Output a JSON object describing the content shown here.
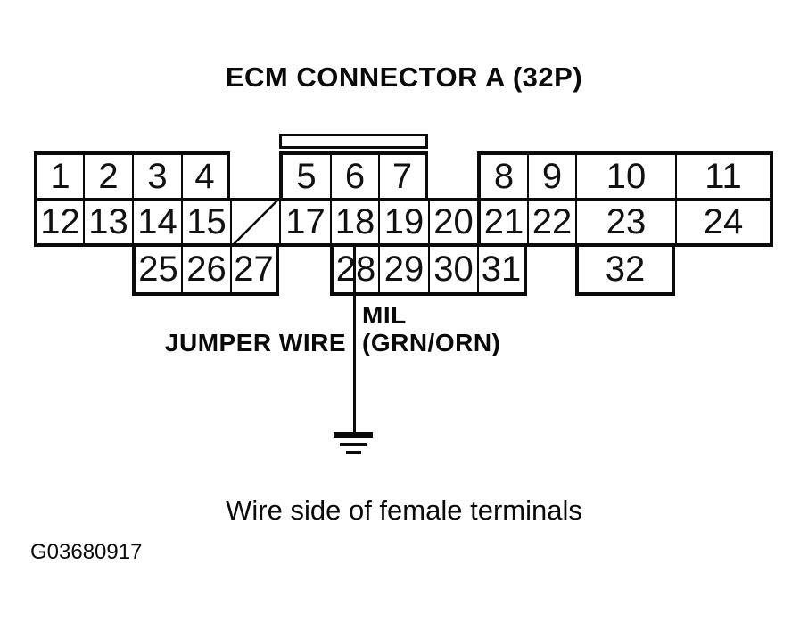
{
  "title": "ECM CONNECTOR A (32P)",
  "connector": {
    "row1_left": [
      "1",
      "2",
      "3",
      "4"
    ],
    "row1_mid": [
      "5",
      "6",
      "7"
    ],
    "row1_right": [
      "8",
      "9",
      "10",
      "11"
    ],
    "row2": [
      "12",
      "13",
      "14",
      "15",
      "",
      "17",
      "18",
      "19",
      "20",
      "21",
      "22",
      "23",
      "24"
    ],
    "row3_left": [
      "25",
      "26",
      "27"
    ],
    "row3_mid": [
      "28",
      "29",
      "30",
      "31"
    ],
    "row3_right": [
      "32"
    ],
    "missing_pin_note": "pin 16 position slashed (no terminal)"
  },
  "labels": {
    "jumper_wire": "JUMPER WIRE",
    "mil": "MIL",
    "mil_wire_color": "(GRN/ORN)",
    "caption": "Wire side of female terminals",
    "figure_id": "G03680917"
  },
  "icons": {
    "ground": "earth-ground-symbol"
  },
  "colors": {
    "ink": "#0a0a0a",
    "paper": "#ffffff"
  }
}
